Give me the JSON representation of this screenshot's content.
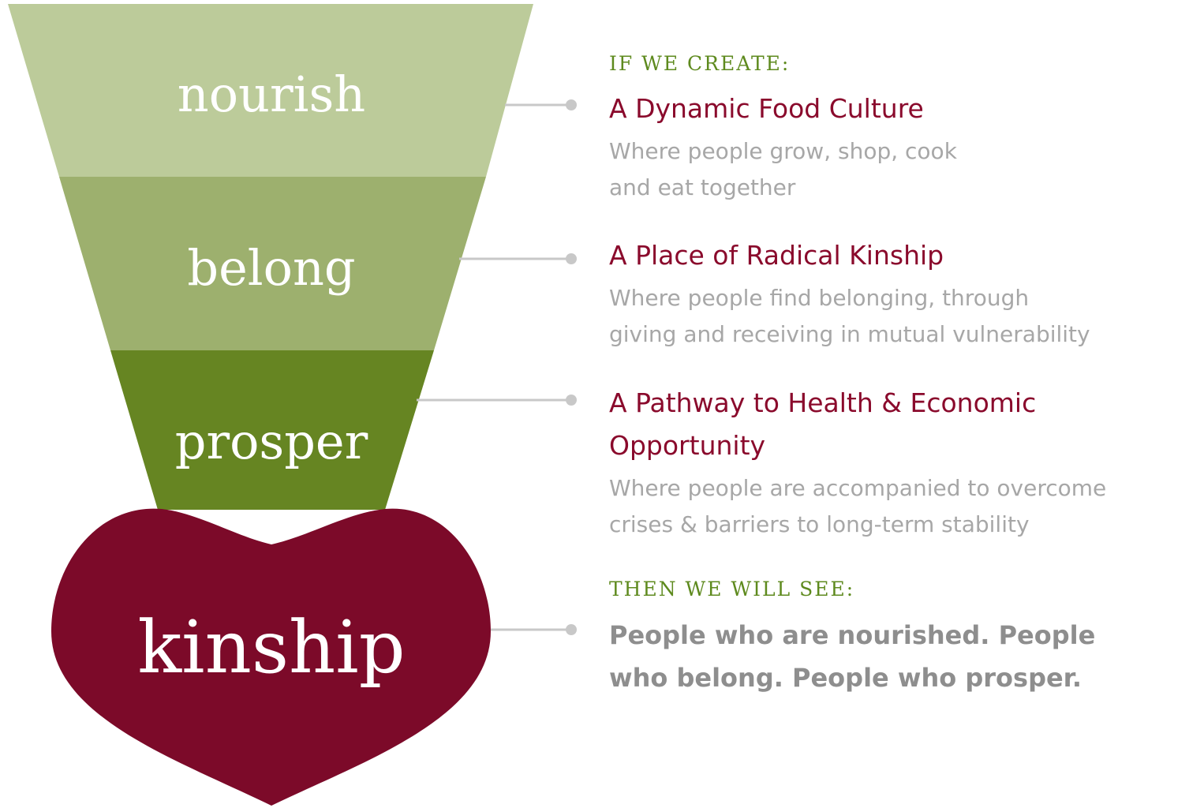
{
  "funnel": {
    "levels": [
      {
        "word": "nourish",
        "color": "#bccb9a"
      },
      {
        "word": "belong",
        "color": "#9db06e"
      },
      {
        "word": "prosper",
        "color": "#668522"
      }
    ],
    "core": {
      "word": "kinship",
      "color": "#7c0a29"
    }
  },
  "intro_label": "IF WE CREATE:",
  "items": [
    {
      "title": "A Dynamic Food Culture",
      "description_lines": [
        "Where people grow, shop, cook",
        "and eat together"
      ]
    },
    {
      "title": "A Place of Radical Kinship",
      "description_lines": [
        "Where people find belonging, through",
        "giving and receiving in mutual vulnerability"
      ]
    },
    {
      "title_lines": [
        "A Pathway to Health & Economic",
        "Opportunity"
      ],
      "description_lines": [
        "Where people are accompanied to overcome",
        "crises & barriers to long-term stability"
      ]
    }
  ],
  "outcome_label": "THEN WE WILL SEE:",
  "outcome_lines": [
    "People who are nourished. People",
    "who belong. People who prosper."
  ],
  "colors": {
    "label_green": "#5e8a1e",
    "title_maroon": "#8a0a2c",
    "description_gray": "#a7a7a7",
    "outcome_gray": "#8e8e8e",
    "connector_gray": "#c8c8c8"
  }
}
